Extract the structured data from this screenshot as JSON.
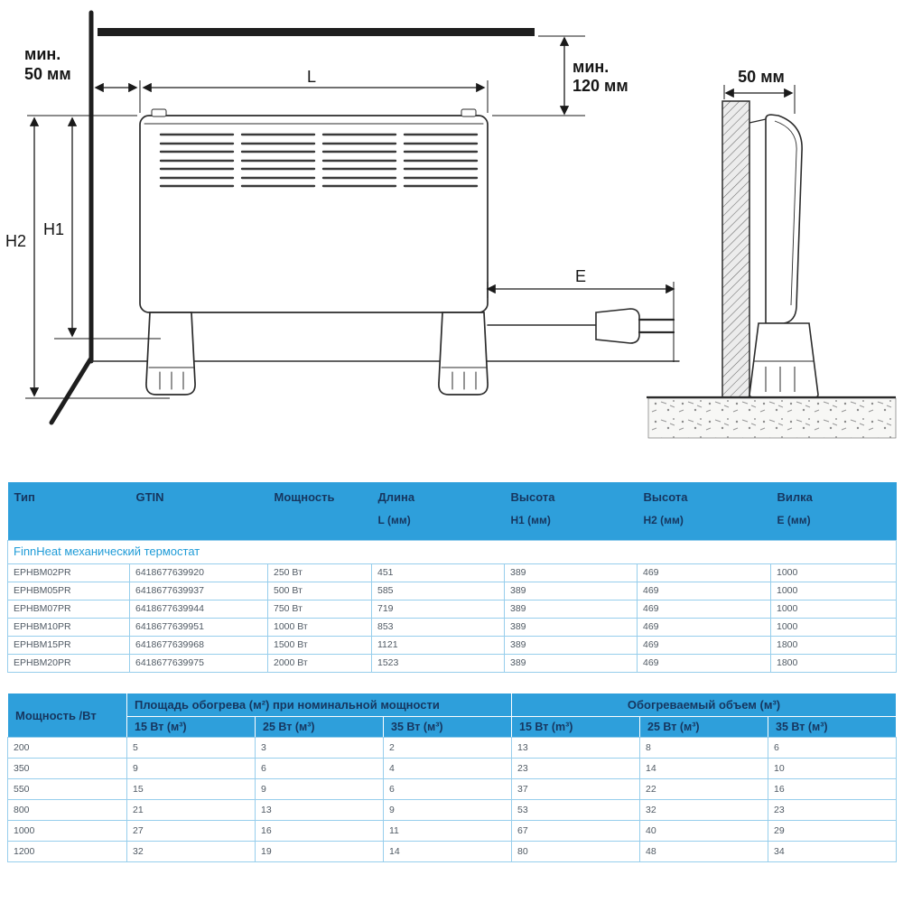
{
  "diagram": {
    "front_view": {
      "min50_line1": "мин.",
      "min50_line2": "50 мм",
      "min120_line1": "мин.",
      "min120_line2": "120 мм",
      "dim_length": "L",
      "dim_height1": "H1",
      "dim_height2": "H2",
      "dim_plug": "E"
    },
    "side_view": {
      "wall_gap": "50 мм"
    }
  },
  "spec_table": {
    "headers": [
      {
        "line1": "Тип",
        "line2": ""
      },
      {
        "line1": "GTIN",
        "line2": ""
      },
      {
        "line1": "Мощность",
        "line2": ""
      },
      {
        "line1": "Длина",
        "line2": "L (мм)"
      },
      {
        "line1": "Высота",
        "line2": "H1 (мм)"
      },
      {
        "line1": "Высота",
        "line2": "H2 (мм)"
      },
      {
        "line1": "Вилка",
        "line2": "E (мм)"
      }
    ],
    "section_title": "FinnHeat механический термостат",
    "rows": [
      [
        "EPHBM02PR",
        "6418677639920",
        "250 Вт",
        "451",
        "389",
        "469",
        "1000"
      ],
      [
        "EPHBM05PR",
        "6418677639937",
        "500 Вт",
        "585",
        "389",
        "469",
        "1000"
      ],
      [
        "EPHBM07PR",
        "6418677639944",
        "750 Вт",
        "719",
        "389",
        "469",
        "1000"
      ],
      [
        "EPHBM10PR",
        "6418677639951",
        "1000 Вт",
        "853",
        "389",
        "469",
        "1000"
      ],
      [
        "EPHBM15PR",
        "6418677639968",
        "1500 Вт",
        "1121",
        "389",
        "469",
        "1800"
      ],
      [
        "EPHBM20PR",
        "6418677639975",
        "2000 Вт",
        "1523",
        "389",
        "469",
        "1800"
      ]
    ]
  },
  "heating_table": {
    "power_header": "Мощность /Вт",
    "area_group_header": "Площадь обогрева (м²) при номинальной мощности",
    "volume_group_header": "Обогреваемый объем (м³)",
    "subheaders": [
      "15 Вт (м³)",
      "25 Вт (м³)",
      "35 Вт (м³)",
      "15 Вт (m³)",
      "25 Вт (м³)",
      "35 Вт (м³)"
    ],
    "rows": [
      [
        "200",
        "5",
        "3",
        "2",
        "13",
        "8",
        "6"
      ],
      [
        "350",
        "9",
        "6",
        "4",
        "23",
        "14",
        "10"
      ],
      [
        "550",
        "15",
        "9",
        "6",
        "37",
        "22",
        "16"
      ],
      [
        "800",
        "21",
        "13",
        "9",
        "53",
        "32",
        "23"
      ],
      [
        "1000",
        "27",
        "16",
        "11",
        "67",
        "40",
        "29"
      ],
      [
        "1200",
        "32",
        "19",
        "14",
        "80",
        "48",
        "34"
      ]
    ]
  },
  "colors": {
    "header_blue": "#2E9FDB",
    "header_text": "#16365F",
    "section_text": "#1E9BD7",
    "cell_border": "#97CEEC",
    "cell_text": "#4F5963"
  }
}
